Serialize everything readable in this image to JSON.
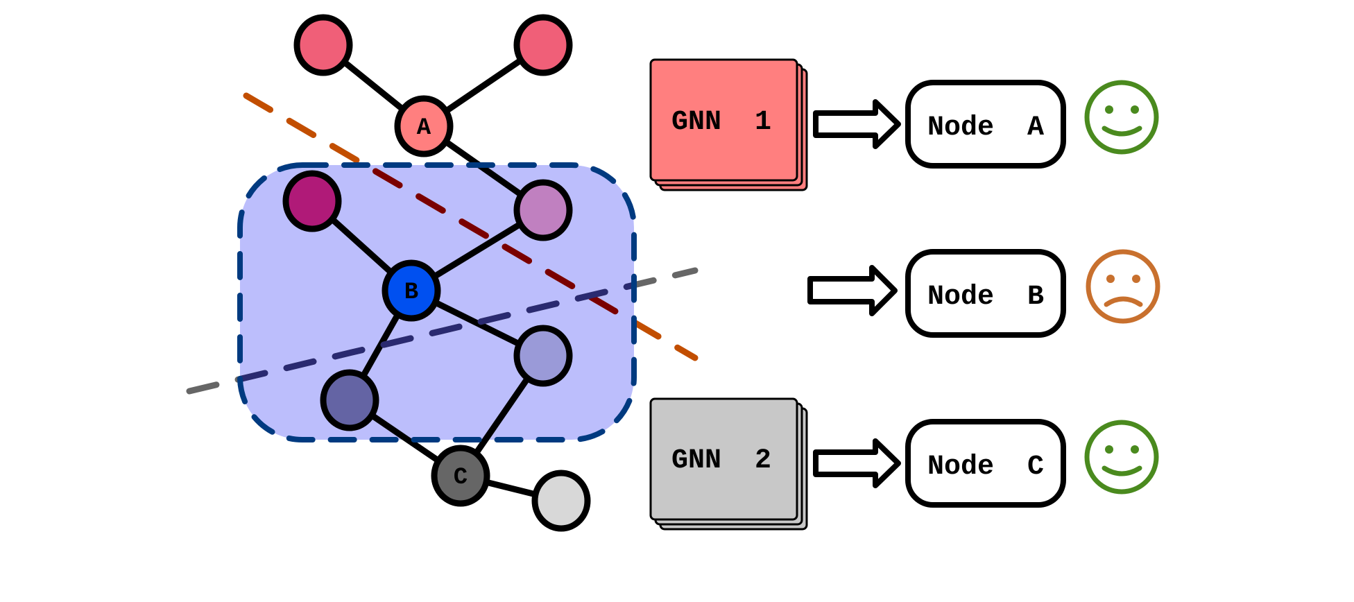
{
  "figure": {
    "graph": {
      "nodes": [
        {
          "id": "n1",
          "label": "",
          "fill": "#f05f78",
          "role": "neighbor-of-A"
        },
        {
          "id": "n2",
          "label": "",
          "fill": "#f05f78",
          "role": "neighbor-of-A"
        },
        {
          "id": "A",
          "label": "A",
          "fill": "#ff7f7f",
          "role": "target-node"
        },
        {
          "id": "n3",
          "label": "",
          "fill": "#b01a78",
          "role": "neighbor-of-B"
        },
        {
          "id": "n4",
          "label": "",
          "fill": "#c080c0",
          "role": "neighbor-of-B"
        },
        {
          "id": "B",
          "label": "B",
          "fill": "#0050f0",
          "role": "target-node"
        },
        {
          "id": "n5",
          "label": "",
          "fill": "#9a9ad8",
          "role": "neighbor-of-B"
        },
        {
          "id": "n6",
          "label": "",
          "fill": "#6464a4",
          "role": "neighbor-of-B"
        },
        {
          "id": "C",
          "label": "C",
          "fill": "#666666",
          "role": "target-node"
        },
        {
          "id": "n7",
          "label": "",
          "fill": "#d8d8d8",
          "role": "neighbor-of-C"
        }
      ],
      "edges": [
        [
          "n1",
          "A"
        ],
        [
          "n2",
          "A"
        ],
        [
          "A",
          "n4"
        ],
        [
          "n3",
          "B"
        ],
        [
          "n4",
          "B"
        ],
        [
          "B",
          "n5"
        ],
        [
          "B",
          "n6"
        ],
        [
          "n6",
          "C"
        ],
        [
          "n5",
          "C"
        ],
        [
          "C",
          "n7"
        ]
      ],
      "region": {
        "name": "neighborhood-of-B",
        "fill": "#bcbefc",
        "stroke": "#003a80"
      },
      "decision_boundaries": [
        {
          "name": "boundary-1",
          "color_outside": "#c24e00",
          "color_inside": "#7a0000"
        },
        {
          "name": "boundary-2",
          "color_outside": "#666666",
          "color_inside": "#2a2a70"
        }
      ]
    },
    "models": [
      {
        "label": "GNN  1",
        "fill": "#ff7f7f"
      },
      {
        "label": "GNN  2",
        "fill": "#c8c8c8"
      }
    ],
    "outputs": [
      {
        "label": "Node  A",
        "outcome": "happy",
        "color": "#4a8a1e"
      },
      {
        "label": "Node  B",
        "outcome": "sad",
        "color": "#c8702e"
      },
      {
        "label": "Node  C",
        "outcome": "happy",
        "color": "#4a8a1e"
      }
    ]
  }
}
